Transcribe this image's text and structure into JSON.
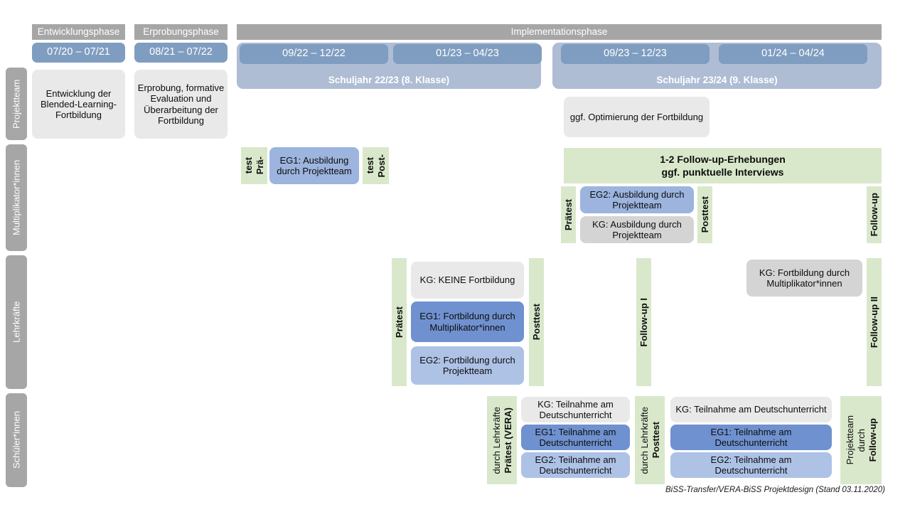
{
  "footer": {
    "text": "BiSS-Transfer/VERA-BiSS Projektdesign (Stand 03.11.2020)"
  },
  "colors": {
    "phase_header": "#a6a6a6",
    "date_chip": "#7f9dc0",
    "school_year_panel": "#aebdd4",
    "green_bar": "#d9e8cb",
    "grey_card": "#e9e9e9",
    "grey_card_dark": "#d4d4d4",
    "blue_mid": "#9cb4de",
    "blue_dark": "#6f91cf",
    "blue_light": "#aec2e6"
  },
  "phases": [
    {
      "label": "Entwicklungsphase"
    },
    {
      "label": "Erprobungsphase"
    },
    {
      "label": "Implementationsphase"
    }
  ],
  "date_chips": [
    {
      "label": "07/20 – 07/21"
    },
    {
      "label": "08/21 – 07/22"
    },
    {
      "label": "09/22 – 12/22"
    },
    {
      "label": "01/23 – 04/23"
    },
    {
      "label": "09/23 – 12/23"
    },
    {
      "label": "01/24 – 04/24"
    }
  ],
  "school_years": [
    {
      "label": "Schuljahr 22/23 (8. Klasse)"
    },
    {
      "label": "Schuljahr 23/24 (9. Klasse)"
    }
  ],
  "roles": [
    {
      "label": "Projektteam"
    },
    {
      "label": "Multiplikator*innen"
    },
    {
      "label": "Lehrkräfte"
    },
    {
      "label": "Schüler*innen"
    }
  ],
  "projektteam": {
    "entwicklung": "Entwicklung der Blended-Learning-Fortbildung",
    "erprobung": "Erprobung, formative Evaluation und Überarbeitung der Fortbildung",
    "optimierung": "ggf. Optimierung der Fortbildung"
  },
  "multiplikatoren": {
    "praetest_1": "Prä-",
    "praetest_1b": "test",
    "posttest_1": "Post-",
    "posttest_1b": "test",
    "eg1": "EG1: Ausbildung durch Projektteam",
    "followup_banner_line1": "1-2 Follow-up-Erhebungen",
    "followup_banner_line2": "ggf. punktuelle Interviews",
    "praetest_2": "Prätest",
    "posttest_2": "Posttest",
    "followup": "Follow-up",
    "eg2": "EG2: Ausbildung durch Projektteam",
    "kg": "KG: Ausbildung durch Projektteam"
  },
  "lehrkraefte": {
    "praetest": "Prätest",
    "posttest": "Posttest",
    "followup_1": "Follow-up I",
    "followup_2": "Follow-up II",
    "kg_keine": "KG:  KEINE Fortbildung",
    "eg1": "EG1: Fortbildung durch Multiplikator*innen",
    "eg2": "EG2: Fortbildung durch Projektteam",
    "kg_fortbildung": "KG: Fortbildung durch Multiplikator*innen"
  },
  "schueler": {
    "praetest_main": "Prätest (VERA)",
    "praetest_sub": "durch Lehrkräfte",
    "posttest_main": "Posttest",
    "posttest_sub": "durch Lehrkräfte",
    "followup_main": "Follow-up",
    "followup_sub1": "durch",
    "followup_sub2": "Projektteam",
    "kg": "KG: Teilnahme am Deutschunterricht",
    "eg1": "EG1: Teilnahme am Deutschunterricht",
    "eg2": "EG2: Teilnahme am Deutschunterricht",
    "kg2": "KG: Teilnahme am Deutschunterricht",
    "eg1b": "EG1: Teilnahme am Deutschunterricht",
    "eg2b": "EG2: Teilnahme am Deutschunterricht"
  }
}
